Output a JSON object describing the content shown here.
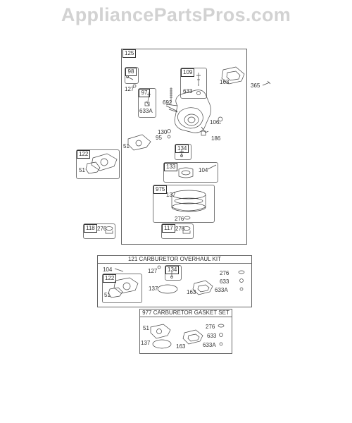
{
  "watermark": "AppliancePartsPros.com",
  "main_box": {
    "ref": "125"
  },
  "refs": {
    "r98": "98",
    "r109": "109",
    "r97": "97",
    "r134": "134",
    "r122": "122",
    "r133": "133",
    "r975": "975",
    "r118": "118",
    "r117": "117"
  },
  "labels": {
    "l127": "127",
    "l633a": "633",
    "l692": "692",
    "l633A": "633A",
    "l163": "163",
    "l365": "365",
    "l106": "106",
    "l130": "130",
    "l95": "95",
    "l186": "186",
    "l51": "51",
    "l51b": "51",
    "l104": "104",
    "l137": "137",
    "l276": "276",
    "l276b": "276",
    "l276c": "276"
  },
  "kit": {
    "title": "121 CARBURETOR OVERHAUL KIT",
    "refs": {
      "r134": "134",
      "r122": "122"
    },
    "labels": {
      "l104": "104",
      "l127": "127",
      "l51": "51",
      "l137": "137",
      "l163": "163",
      "l276": "276",
      "l633": "633",
      "l633A": "633A"
    }
  },
  "gasket": {
    "title": "977 CARBURETOR GASKET SET",
    "labels": {
      "l51": "51",
      "l137": "137",
      "l163": "163",
      "l276": "276",
      "l633": "633",
      "l633A": "633A"
    }
  }
}
